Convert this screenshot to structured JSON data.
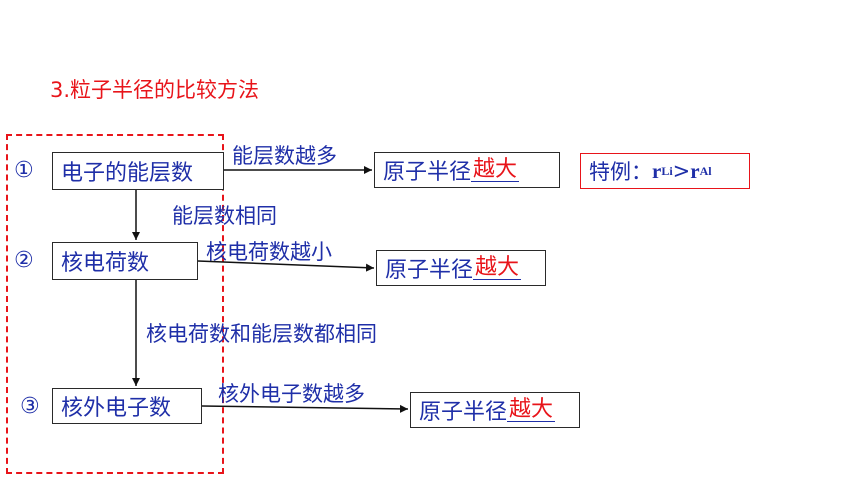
{
  "title": "3.粒子半径的比较方法",
  "steps": [
    {
      "num": "①",
      "label": "电子的能层数",
      "condition": "能层数越多",
      "result_prefix": "原子半径",
      "result_fill": "越大"
    },
    {
      "num": "②",
      "label": "核电荷数",
      "condition": "核电荷数越小",
      "result_prefix": "原子半径",
      "result_fill": "越大"
    },
    {
      "num": "③",
      "label": "核外电子数",
      "condition": "核外电子数越多",
      "result_prefix": "原子半径",
      "result_fill": "越大"
    }
  ],
  "connectors": {
    "step1_to_2": "能层数相同",
    "step2_to_3": "核电荷数和能层数都相同"
  },
  "special_case": {
    "label": "特例：",
    "r1_symbol": "r",
    "r1_sub": "Li",
    "relation": ">",
    "r2_symbol": "r",
    "r2_sub": "Al"
  },
  "colors": {
    "accent_red": "#e8141a",
    "text_blue": "#1f2fa8",
    "border_dark": "#2a2a2a"
  }
}
